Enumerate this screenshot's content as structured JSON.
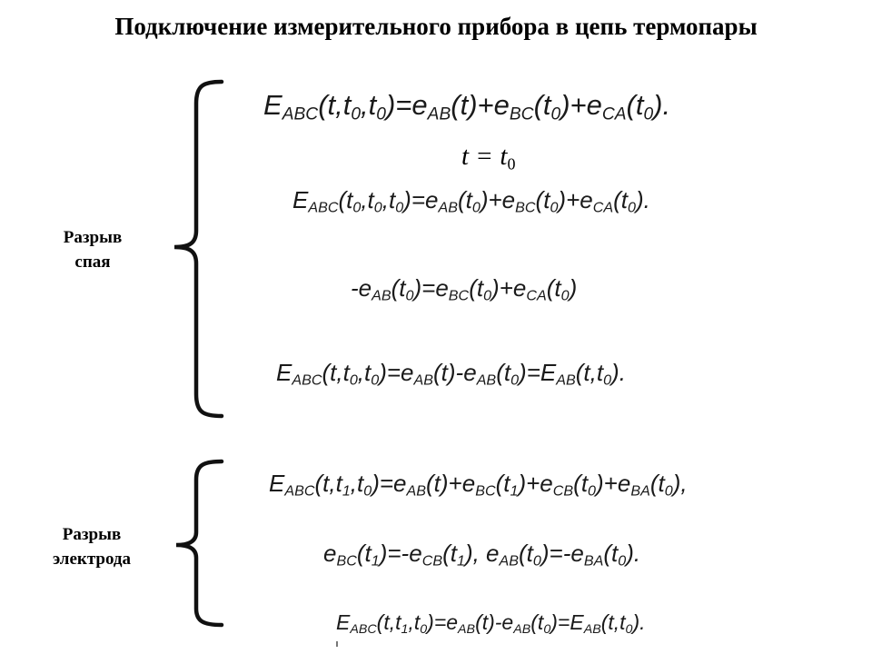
{
  "title": "Подключение измерительного прибора в цепь термопары",
  "sections": [
    {
      "label_line1": "Разрыв",
      "label_line2": "спая",
      "equations": [
        "E_{ABC}(t,t_0,t_0)=e_{AB}(t)+e_{BC}(t_0)+e_{CA}(t_0).",
        "t = t_0",
        "E_{ABC}(t_0,t_0,t_0)=e_{AB}(t_0)+e_{BC}(t_0)+e_{CA}(t_0).",
        "-e_{AB}(t_0)=e_{BC}(t_0)+e_{CA}(t_0)",
        "E_{ABC}(t,t_0,t_0)=e_{AB}(t)-e_{AB}(t_0)=E_{AB}(t,t_0)."
      ]
    },
    {
      "label_line1": "Разрыв",
      "label_line2": "электрода",
      "equations": [
        "E_{ABC}(t,t_1,t_0)=e_{AB}(t)+e_{BC}(t_1)+e_{CB}(t_0)+e_{BA}(t_0),",
        "e_{BC}(t_1)=-e_{CB}(t_1),  e_{AB}(t_0)=-e_{BA}(t_0).",
        "E_{ABC}(t,t_1,t_0)=e_{AB}(t)-e_{AB}(t_0)=E_{AB}(t,t_0)."
      ]
    }
  ]
}
